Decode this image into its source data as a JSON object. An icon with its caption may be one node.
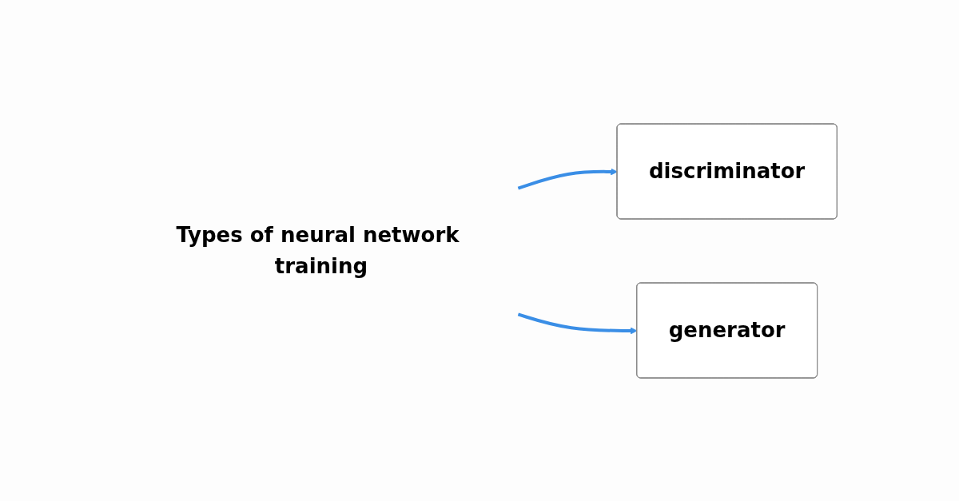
{
  "diagram": {
    "nodes": [
      {
        "text": [
          "Types of neural network training"
        ]
      },
      {
        "text": [
          "discriminator"
        ]
      },
      {
        "text": [
          "generator"
        ]
      }
    ],
    "edges": [
      {
        "from": 0,
        "to": 1,
        "arrow": "to"
      },
      {
        "from": 0,
        "to": 2,
        "arrow": "to"
      }
    ]
  }
}
